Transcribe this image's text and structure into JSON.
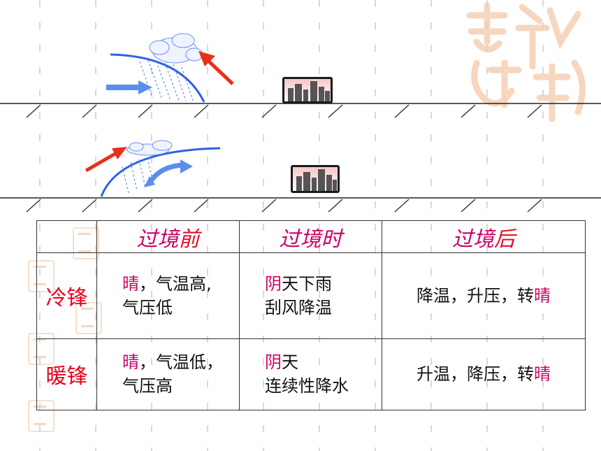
{
  "table": {
    "header": {
      "col1_light": "过境",
      "col1_strong": "前",
      "col2": "过境时",
      "col3_light": "过境",
      "col3_strong": "后"
    },
    "rows": [
      {
        "label": "冷锋",
        "before": {
          "sun": "晴",
          "rest": "，气温高,",
          "line2": "气压低"
        },
        "during": {
          "yin": "阴",
          "rest": "天下雨",
          "line2": "刮风降温"
        },
        "after": {
          "text": "降温，升压，转",
          "sun": "晴"
        }
      },
      {
        "label": "暖锋",
        "before": {
          "sun": "晴",
          "rest": "，气温低，",
          "line2": "气压高"
        },
        "during": {
          "yin": "阴",
          "rest": "天",
          "line2": "连续性降水"
        },
        "after": {
          "text": "升温，降压，转",
          "sun": "晴"
        }
      }
    ]
  },
  "colors": {
    "accent": "#cc0066",
    "label_red": "#e8001c",
    "cold_air": "#5b8def",
    "warm_air": "#e8301c"
  }
}
